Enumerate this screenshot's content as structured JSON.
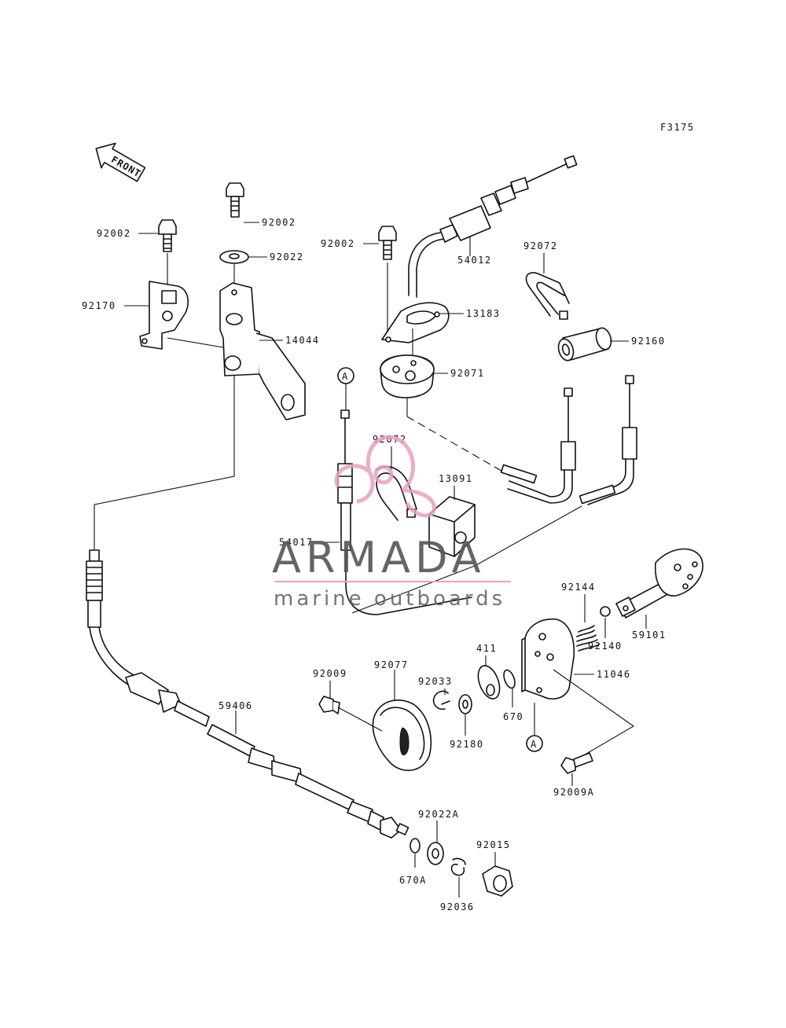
{
  "figure_code": "F3175",
  "front_arrow_label": "FRONT",
  "watermark": {
    "brand": "ARMADA",
    "tagline": "marine outboards",
    "accent_color": "#e8a0c0"
  },
  "callout_marker": "A",
  "part_labels": {
    "p92002_a": "92002",
    "p92002_b": "92002",
    "p92002_c": "92002",
    "p92022": "92022",
    "p92170": "92170",
    "p14044": "14044",
    "p54012": "54012",
    "p13183": "13183",
    "p92072_a": "92072",
    "p92072_b": "92072",
    "p92160": "92160",
    "p92071": "92071",
    "p13091": "13091",
    "p54017": "54017",
    "p92144": "92144",
    "p92140": "92140",
    "p59101": "59101",
    "p411": "411",
    "p11046": "11046",
    "p92009": "92009",
    "p92077": "92077",
    "p92033": "92033",
    "p670": "670",
    "p92180": "92180",
    "p59406": "59406",
    "p92009A": "92009A",
    "p92022A": "92022A",
    "p92015": "92015",
    "p670A": "670A",
    "p92036": "92036"
  }
}
